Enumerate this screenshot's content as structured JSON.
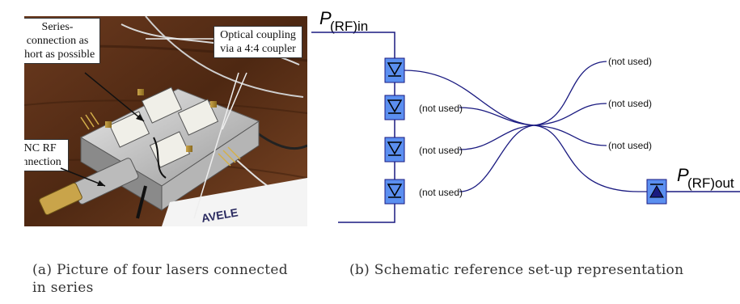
{
  "photo": {
    "callouts": {
      "series": "Series-connection as short as possible",
      "optical": "Optical coupling via a 4:4 coupler",
      "bnc": "BNC RF connection"
    }
  },
  "schematic": {
    "input_label_main": "P",
    "input_label_sub": "(RF)in",
    "output_label_main": "P",
    "output_label_sub": "(RF)out",
    "not_used": "(not used)"
  },
  "captions": {
    "a": "(a) Picture of four lasers connected in series",
    "b": "(b) Schematic reference set-up representation"
  },
  "colors": {
    "diode_fill": "#5b8ff0",
    "fiber": "#1a1a80",
    "wire": "#1a1a80"
  }
}
